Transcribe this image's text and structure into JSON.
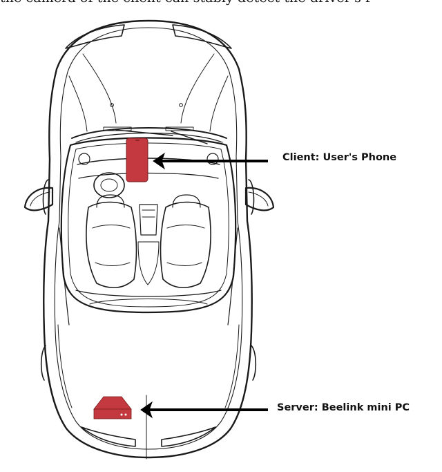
{
  "caption": "the camera of the client can stably detect the driver's f",
  "labels": {
    "client": "Client: User's Phone",
    "server": "Server: Beelink mini PC"
  },
  "colors": {
    "device_fill": "#c4393f",
    "outline": "#1a1a1a",
    "arrow": "#000000"
  },
  "icons": {
    "phone": "phone-icon",
    "server": "mini-pc-icon"
  }
}
